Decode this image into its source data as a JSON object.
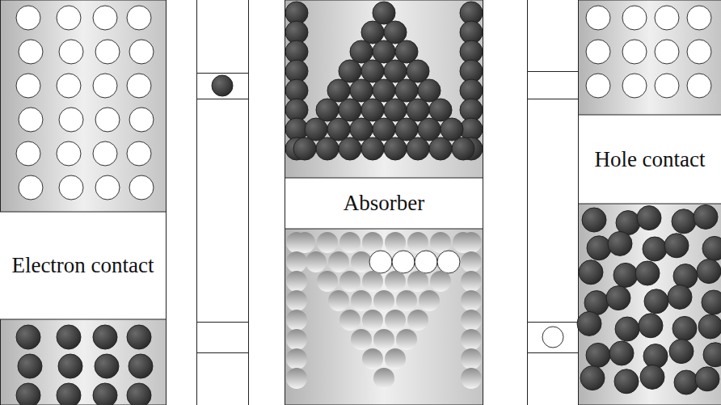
{
  "diagram": {
    "nodes": [
      {
        "text": [
          "Electron contact"
        ]
      },
      {
        "text": [
          "Absorber"
        ]
      },
      {
        "text": [
          "Hole contact"
        ]
      }
    ]
  }
}
